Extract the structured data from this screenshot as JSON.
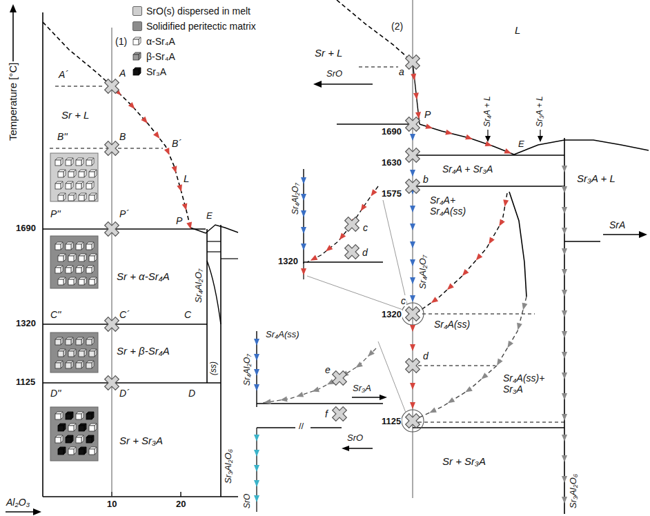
{
  "diagram": {
    "labels": [
      "Temperature [°C]",
      "(1)",
      "A´",
      "A",
      "Sr + L",
      "B''",
      "B",
      "B´",
      "L",
      "P''",
      "P´",
      "P",
      "E",
      "1690",
      "Sr + α-Sr₄A",
      "Sr₄Al₂O₇",
      "C''",
      "C´",
      "C",
      "1320",
      "(ss)",
      "Sr + β-Sr₄A",
      "1125",
      "D''",
      "D´",
      "D",
      "Sr + Sr₃A",
      "Sr₃Al₂O₆",
      "10",
      "20",
      "Al₂O₃",
      "(2)",
      "L",
      "Sr + L",
      "a",
      "SrO",
      "P",
      "Sr₄A + L",
      "Sr₃A + L",
      "E",
      "1690",
      "1630",
      "Sr₄A + Sr₃A",
      "Sr₃A + L",
      "b",
      "1575",
      "SrA",
      "Sr₄A+ Sr₄A(ss)",
      "Sr₄Al₂O₇",
      "c",
      "d",
      "1320",
      "Sr₄Al₂O₇",
      "1320",
      "c",
      "Sr₄A(ss)",
      "d",
      "Sr₄A(ss)+ Sr₃A",
      "1125",
      "Sr₄A(ss)",
      "Sr₄Al₂O₇",
      "e",
      "Sr₃A",
      "f",
      "//",
      "SrO",
      "SrO",
      "Sr + Sr₃A",
      "Sr₃Al₂O₆"
    ],
    "legend": [
      {
        "text": "SrO(s) dispersed in melt",
        "color": "#cfcfcf"
      },
      {
        "text": "Solidified peritectic matrix",
        "color": "#8c8c8c"
      },
      {
        "text": "α-Sr₄A"
      },
      {
        "text": "β-Sr₄A"
      },
      {
        "text": "Sr₃A"
      }
    ]
  }
}
